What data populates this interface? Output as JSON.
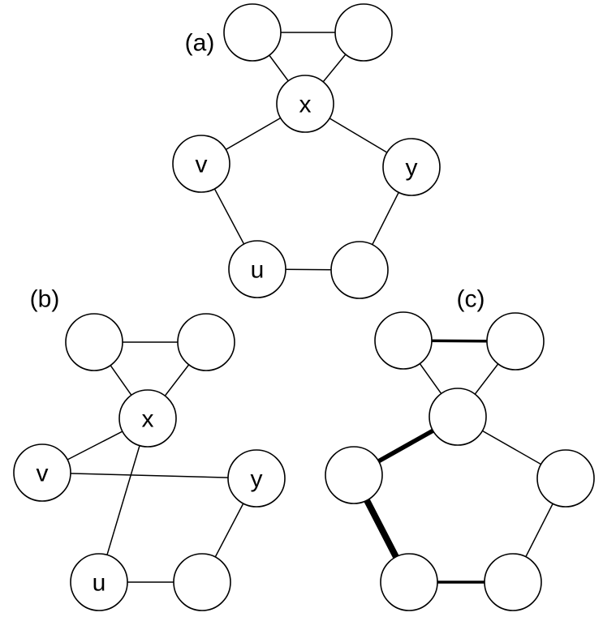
{
  "panels": [
    {
      "id": "a",
      "label": "(a)",
      "nodes": [
        {
          "id": "a1",
          "text": ""
        },
        {
          "id": "a2",
          "text": ""
        },
        {
          "id": "ax",
          "text": "x"
        },
        {
          "id": "av",
          "text": "v"
        },
        {
          "id": "ay",
          "text": "y"
        },
        {
          "id": "au",
          "text": "u"
        },
        {
          "id": "a6",
          "text": ""
        }
      ],
      "edges": [
        {
          "from": "a1",
          "to": "a2",
          "weight": "normal"
        },
        {
          "from": "a1",
          "to": "ax",
          "weight": "normal"
        },
        {
          "from": "a2",
          "to": "ax",
          "weight": "normal"
        },
        {
          "from": "ax",
          "to": "av",
          "weight": "normal"
        },
        {
          "from": "ax",
          "to": "ay",
          "weight": "normal"
        },
        {
          "from": "av",
          "to": "au",
          "weight": "normal"
        },
        {
          "from": "au",
          "to": "a6",
          "weight": "normal"
        },
        {
          "from": "ay",
          "to": "a6",
          "weight": "normal"
        }
      ]
    },
    {
      "id": "b",
      "label": "(b)",
      "nodes": [
        {
          "id": "b1",
          "text": ""
        },
        {
          "id": "b2",
          "text": ""
        },
        {
          "id": "bx",
          "text": "x"
        },
        {
          "id": "bv",
          "text": "v"
        },
        {
          "id": "by",
          "text": "y"
        },
        {
          "id": "bu",
          "text": "u"
        },
        {
          "id": "b6",
          "text": ""
        }
      ],
      "edges": [
        {
          "from": "b1",
          "to": "b2",
          "weight": "normal"
        },
        {
          "from": "b1",
          "to": "bx",
          "weight": "normal"
        },
        {
          "from": "b2",
          "to": "bx",
          "weight": "normal"
        },
        {
          "from": "bx",
          "to": "bv",
          "weight": "normal"
        },
        {
          "from": "bx",
          "to": "bu",
          "weight": "normal"
        },
        {
          "from": "bv",
          "to": "by",
          "weight": "normal"
        },
        {
          "from": "bu",
          "to": "b6",
          "weight": "normal"
        },
        {
          "from": "by",
          "to": "b6",
          "weight": "normal"
        }
      ]
    },
    {
      "id": "c",
      "label": "(c)",
      "nodes": [
        {
          "id": "c1",
          "text": ""
        },
        {
          "id": "c2",
          "text": ""
        },
        {
          "id": "cx",
          "text": ""
        },
        {
          "id": "cv",
          "text": ""
        },
        {
          "id": "cy",
          "text": ""
        },
        {
          "id": "cu",
          "text": ""
        },
        {
          "id": "c6",
          "text": ""
        }
      ],
      "edges": [
        {
          "from": "c1",
          "to": "c2",
          "weight": "bold"
        },
        {
          "from": "c1",
          "to": "cx",
          "weight": "normal"
        },
        {
          "from": "c2",
          "to": "cx",
          "weight": "normal"
        },
        {
          "from": "cx",
          "to": "cv",
          "weight": "bolder"
        },
        {
          "from": "cx",
          "to": "cy",
          "weight": "normal"
        },
        {
          "from": "cv",
          "to": "cu",
          "weight": "boldest"
        },
        {
          "from": "cu",
          "to": "c6",
          "weight": "bold"
        },
        {
          "from": "cy",
          "to": "c6",
          "weight": "normal"
        }
      ]
    }
  ]
}
